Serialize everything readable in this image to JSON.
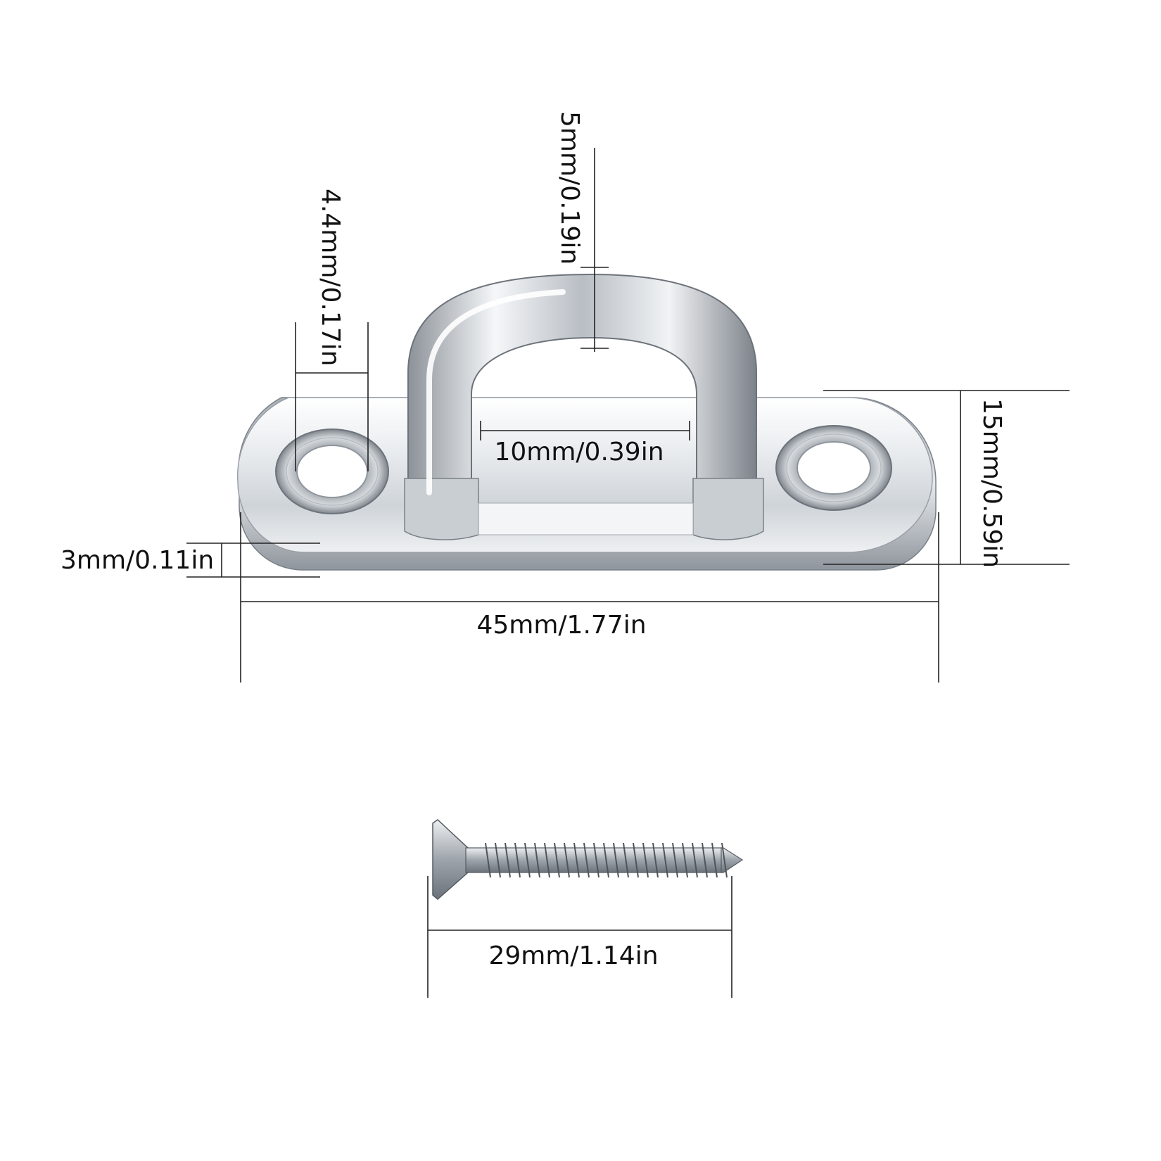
{
  "dimensions": {
    "eye_thickness": "5mm/0.19in",
    "hole_diameter": "4.4mm/0.17in",
    "inner_width": "10mm/0.39in",
    "plate_thickness": "3mm/0.11in",
    "height": "15mm/0.59in",
    "length": "45mm/1.77in",
    "screw_length": "29mm/1.14in"
  },
  "colors": {
    "metal_light": "#f4f6f8",
    "metal_mid": "#c4c9cf",
    "metal_dark": "#6d737a",
    "line": "#222222"
  }
}
